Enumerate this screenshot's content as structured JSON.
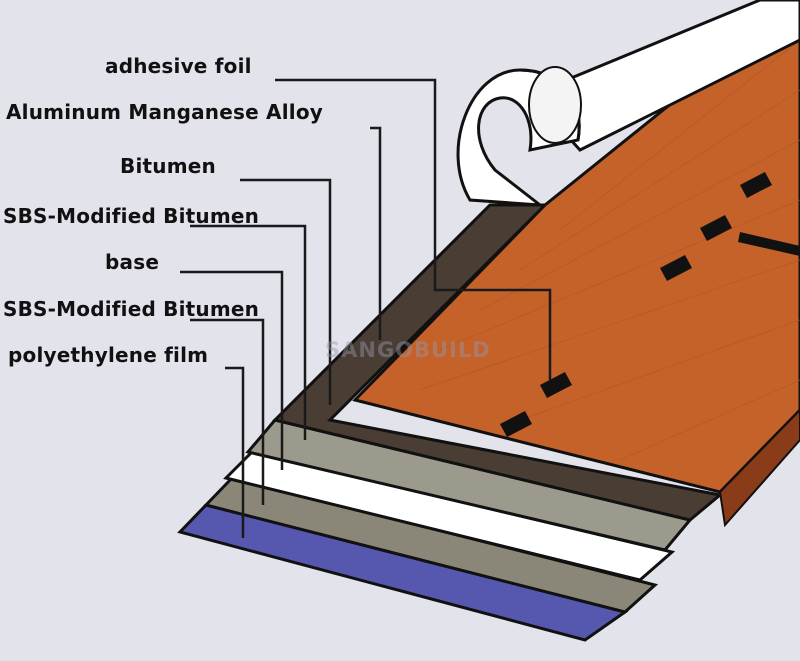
{
  "labels": {
    "adhesive_foil": "adhesive foil",
    "aluminum": "Aluminum Manganese Alloy",
    "bitumen": "Bitumen",
    "sbs_top": "SBS-Modified Bitumen",
    "base": "base",
    "sbs_bottom": "SBS-Modified Bitumen",
    "polyethylene": "polyethylene film"
  },
  "watermark": "SANGOBUILD",
  "colors": {
    "background": "#e3e3ec",
    "adhesive_foil": "#c4622a",
    "aluminum_alloy": "#4a3d34",
    "bitumen": "#9c9a8c",
    "sbs_top": "#ffffff",
    "base": "#8a8778",
    "polyethylene": "#5658b0",
    "release_roll": "#ffffff",
    "leader_lines": "#1a1a1a"
  }
}
